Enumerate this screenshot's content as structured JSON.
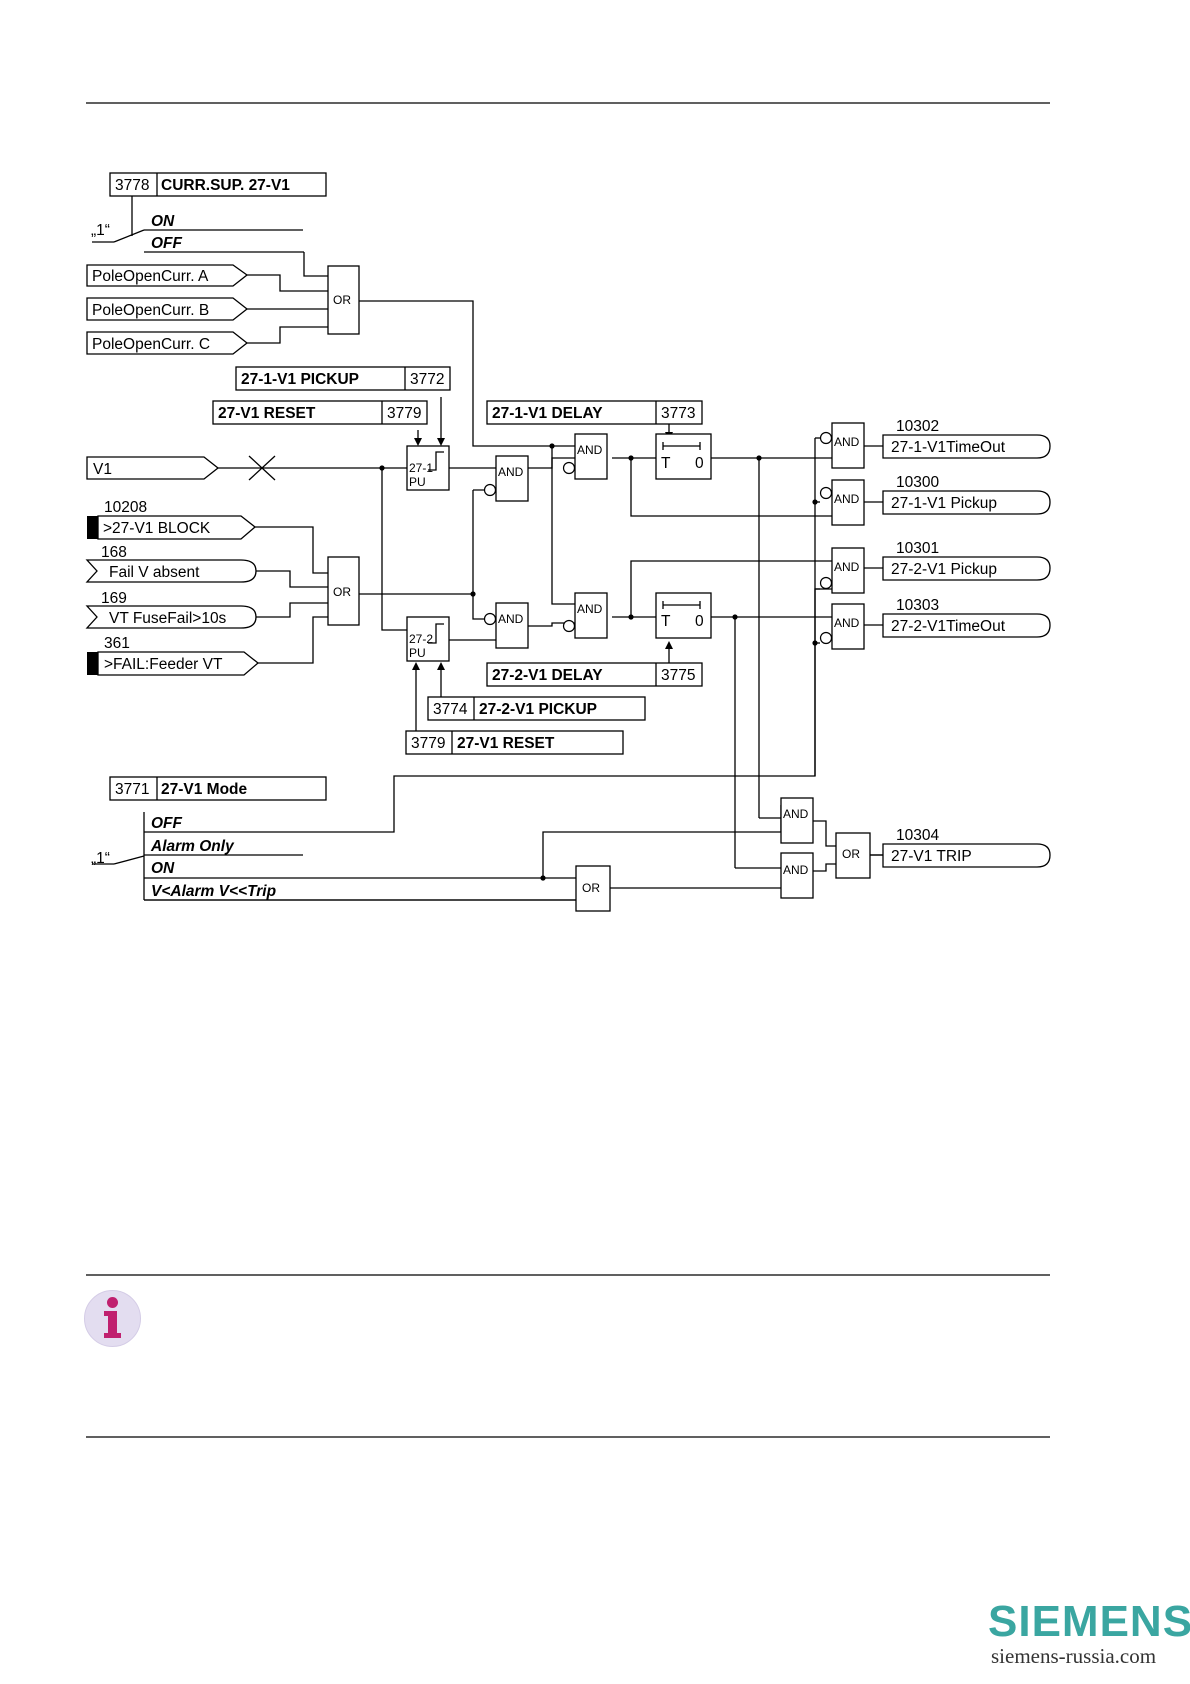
{
  "curr_sup": {
    "address": "3778",
    "name": "CURR.SUP. 27-V1",
    "const_one": "„1“",
    "options": [
      "ON",
      "OFF"
    ]
  },
  "inputs": {
    "pole_a": "PoleOpenCurr. A",
    "pole_b": "PoleOpenCurr. B",
    "pole_c": "PoleOpenCurr. C",
    "v1": "V1",
    "block": {
      "number": "10208",
      "label": ">27-V1 BLOCK"
    },
    "fail_v": {
      "number": "168",
      "label": "Fail V absent"
    },
    "vt_fuse": {
      "number": "169",
      "label": "VT FuseFail>10s"
    },
    "fail_feeder": {
      "number": "361",
      "label": ">FAIL:Feeder VT"
    }
  },
  "params": {
    "pickup1": {
      "name": "27-1-V1 PICKUP",
      "address": "3772"
    },
    "reset_top": {
      "name": "27-V1 RESET",
      "address": "3779"
    },
    "delay1": {
      "name": "27-1-V1 DELAY",
      "address": "3773"
    },
    "delay2": {
      "name": "27-2-V1 DELAY",
      "address": "3775"
    },
    "pickup2": {
      "address": "3774",
      "name": "27-2-V1 PICKUP"
    },
    "reset_bottom": {
      "address": "3779",
      "name": "27-V1 RESET"
    }
  },
  "mode": {
    "address": "3771",
    "name": "27-V1 Mode",
    "const_one": "„1“",
    "options": [
      "OFF",
      "Alarm Only",
      "ON",
      "V<Alarm V<<Trip"
    ]
  },
  "gates": {
    "or": "OR",
    "and": "AND"
  },
  "pickup_elements": {
    "pu1": {
      "name": "27-1",
      "suffix": "PU"
    },
    "pu2": {
      "name": "27-2",
      "suffix": "PU"
    }
  },
  "timer": {
    "t": "T",
    "zero": "0"
  },
  "outputs": {
    "o10302": {
      "number": "10302",
      "label": "27-1-V1TimeOut"
    },
    "o10300": {
      "number": "10300",
      "label": "27-1-V1 Pickup"
    },
    "o10301": {
      "number": "10301",
      "label": "27-2-V1 Pickup"
    },
    "o10303": {
      "number": "10303",
      "label": "27-2-V1TimeOut"
    },
    "o10304": {
      "number": "10304",
      "label": "27-V1 TRIP"
    }
  },
  "brand": {
    "word": "SIEMENS",
    "url": "siemens-russia.com",
    "color": "#3aa6a1"
  },
  "colors": {
    "info_icon_bg": "#e3ddf0",
    "info_icon_fg": "#c0206f"
  }
}
